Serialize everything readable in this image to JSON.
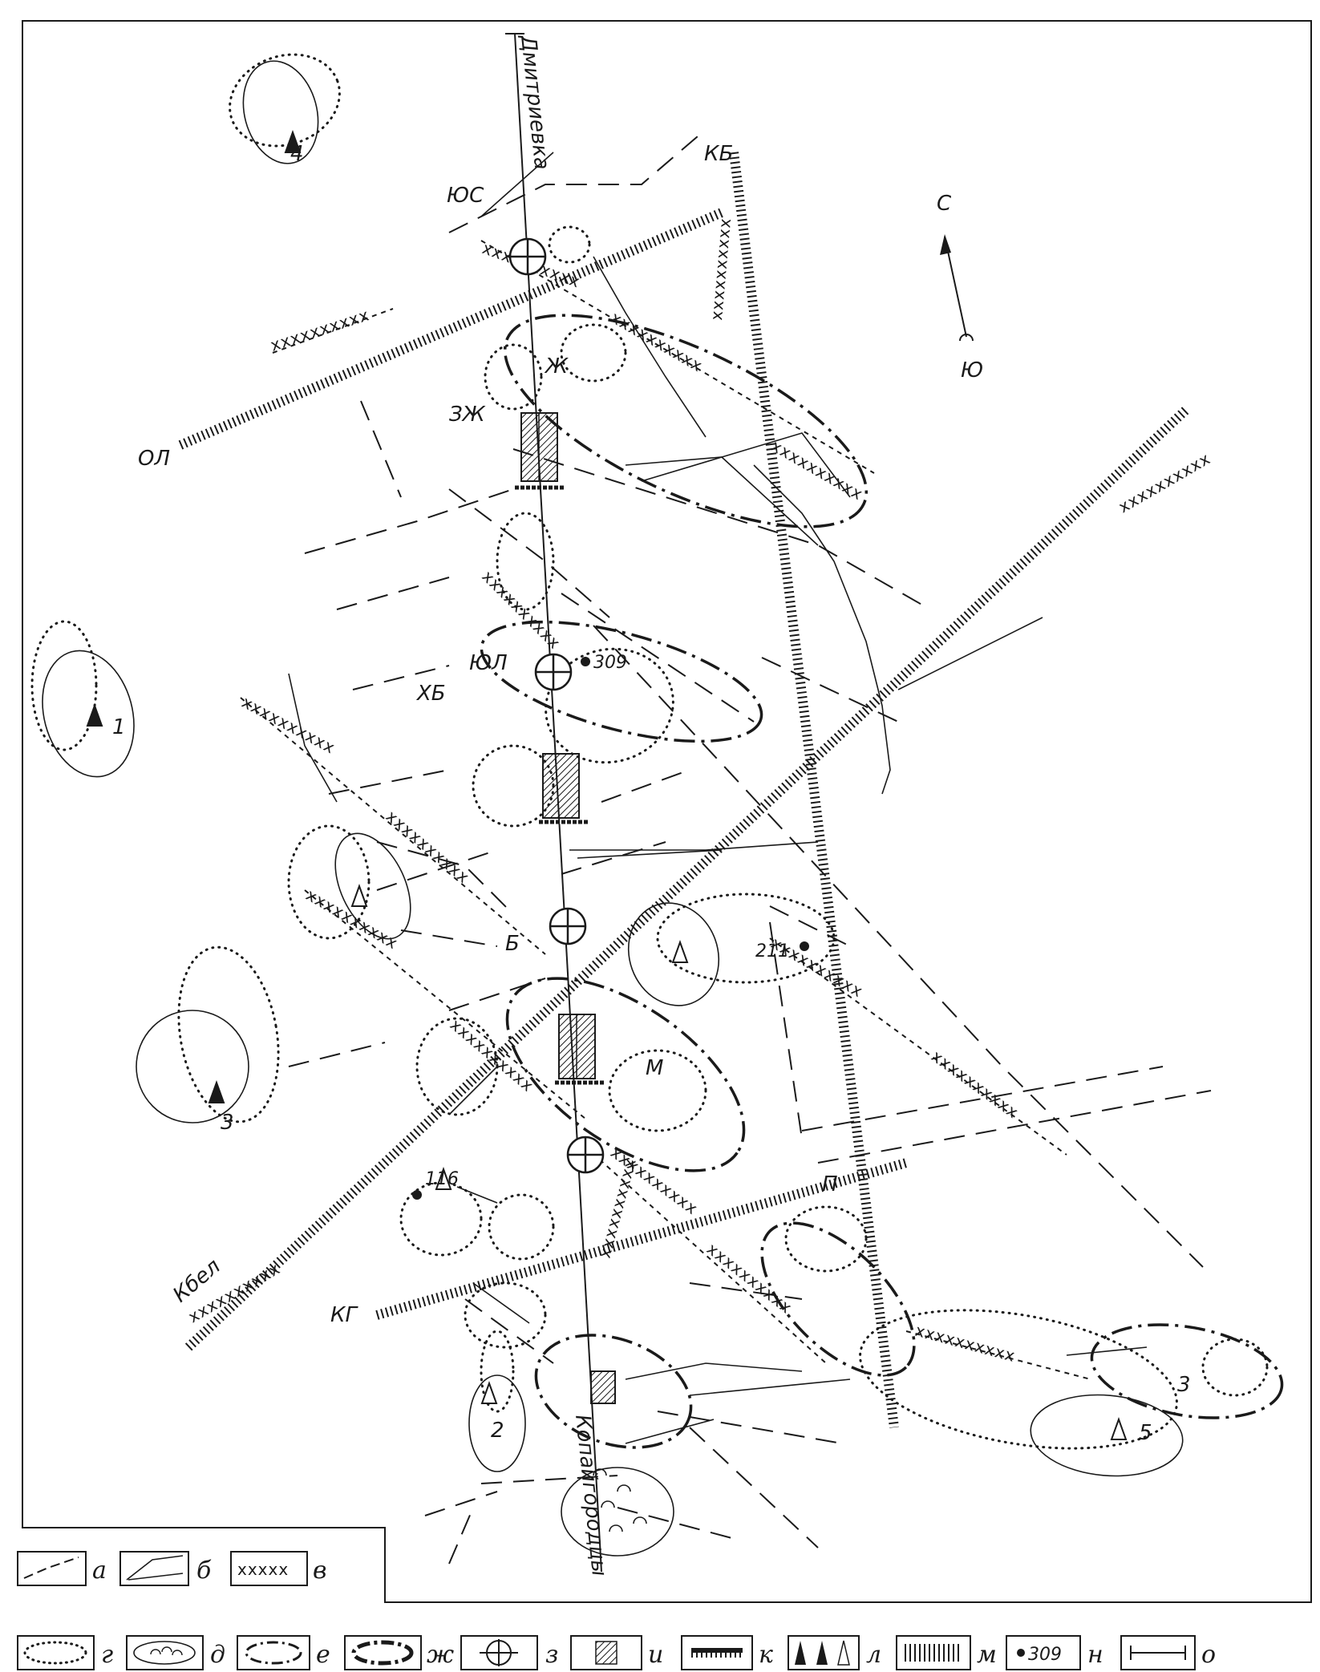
{
  "map_labels": {
    "profile_start": "Дмитриевка",
    "profile_end": "Копайгородцы",
    "north": "С",
    "south": "Ю",
    "zone_ks": "КБ",
    "zone_ol": "ОЛ",
    "zone_kbel": "Кбел",
    "zone_kg": "КГ",
    "zone_yus": "ЮС",
    "zone_zhz": "ЗЖ",
    "zone_yul": "ЮЛ",
    "zone_hb": "ХБ",
    "area_zh": "Ж",
    "area_b": "Б",
    "area_m": "М",
    "area_p": "П",
    "area_3": "3",
    "well_309": "309",
    "well_211": "211",
    "well_116": "116",
    "field_1": "1",
    "field_2": "2",
    "field_3": "3",
    "field_4": "4",
    "field_5": "5",
    "xmarks": "xxxxxxxxxx"
  },
  "legend": [
    {
      "key": "а",
      "symbol": "dashed-line"
    },
    {
      "key": "б",
      "symbol": "thin-line"
    },
    {
      "key": "в",
      "symbol": "x-line"
    },
    {
      "key": "г",
      "symbol": "dotted-contour"
    },
    {
      "key": "д",
      "symbol": "contour-with-arcs"
    },
    {
      "key": "е",
      "symbol": "dash-dot-contour"
    },
    {
      "key": "ж",
      "symbol": "bold-dash-dot-contour"
    },
    {
      "key": "з",
      "symbol": "circle-cross"
    },
    {
      "key": "и",
      "symbol": "hatched-rectangle"
    },
    {
      "key": "к",
      "symbol": "comb-bar"
    },
    {
      "key": "л",
      "symbol": "triangles"
    },
    {
      "key": "м",
      "symbol": "hatched-band"
    },
    {
      "key": "н",
      "symbol": "point-309",
      "text": "309"
    },
    {
      "key": "о",
      "symbol": "profile-line"
    }
  ]
}
